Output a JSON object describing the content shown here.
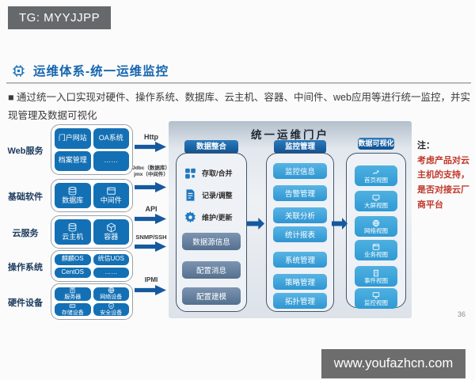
{
  "banner": {
    "text": "TG: MYYJJPP"
  },
  "slide": {
    "title": "运维体系-统一运维监控",
    "intro": "■ 通过统一入口实现对硬件、操作系统、数据库、云主机、容器、中间件、web应用等进行统一监控，并实现管理及数据可视化",
    "page_number": "36"
  },
  "note": {
    "label": "注：",
    "text": "考虑产品对云主机的支持，是否对接云厂商平台"
  },
  "footer": {
    "url": "www.youfazhcn.com"
  },
  "diagram": {
    "portal_title": "统一运维门户",
    "source_groups": [
      {
        "label": "Web服务",
        "protocol": "Http",
        "tiles": [
          {
            "label": "门户网站"
          },
          {
            "label": "OA系统"
          },
          {
            "label": "档案管理"
          },
          {
            "label": "……"
          }
        ]
      },
      {
        "label": "基础软件",
        "protocol": "Jdbc（数据库）\njmx（中间件）",
        "tiles": [
          {
            "label": "数据库",
            "icon": "database-icon"
          },
          {
            "label": "中间件",
            "icon": "middleware-icon"
          }
        ]
      },
      {
        "label": "云服务",
        "protocol": "API",
        "tiles": [
          {
            "label": "云主机",
            "icon": "cloud-host-icon"
          },
          {
            "label": "容器",
            "icon": "container-icon"
          }
        ]
      },
      {
        "label": "操作系统",
        "protocol": "SNMP/SSH",
        "tiles": [
          {
            "label": "麒麟OS"
          },
          {
            "label": "统信UOS"
          },
          {
            "label": "CentOS"
          },
          {
            "label": "……"
          }
        ]
      },
      {
        "label": "硬件设备",
        "protocol": "IPMI",
        "tiles": [
          {
            "label": "服务器",
            "icon": "server-icon"
          },
          {
            "label": "网络设备",
            "icon": "network-icon"
          },
          {
            "label": "存储设备",
            "icon": "storage-icon"
          },
          {
            "label": "安全设备",
            "icon": "shield-icon"
          }
        ]
      }
    ],
    "columns": [
      {
        "header": "数据整合",
        "icon_items": [
          {
            "icon": "blocks-icon",
            "label": "存取/合并"
          },
          {
            "icon": "document-icon",
            "label": "记录/调整"
          },
          {
            "icon": "gear-icon",
            "label": "维护/更新"
          }
        ],
        "buttons": [
          "数据源信息",
          "配置消息",
          "配置建模"
        ]
      },
      {
        "header": "监控管理",
        "buttons": [
          "监控信息",
          "告警管理",
          "关联分析",
          "统计报表",
          "系统管理",
          "策略管理",
          "拓扑管理"
        ]
      },
      {
        "header": "数据可视化",
        "tiles": [
          {
            "icon": "trend-icon",
            "label": "首页视图"
          },
          {
            "icon": "screen-icon",
            "label": "大屏视图"
          },
          {
            "icon": "globe-icon",
            "label": "网络视图"
          },
          {
            "icon": "window-icon",
            "label": "业务视图"
          },
          {
            "icon": "building-icon",
            "label": "事件视图"
          },
          {
            "icon": "monitor-icon",
            "label": "监控视图"
          }
        ]
      }
    ]
  },
  "colors": {
    "accent_blue": "#1565ae",
    "tile_blue": "#1470b4",
    "light_blue": "#41a6dc",
    "gray_blue_button": "#5e7a9c",
    "pill_blue": "#1563a8",
    "arrow_blue": "#15599f",
    "note_red": "#c0392b",
    "banner_gray": "#686c6f"
  }
}
